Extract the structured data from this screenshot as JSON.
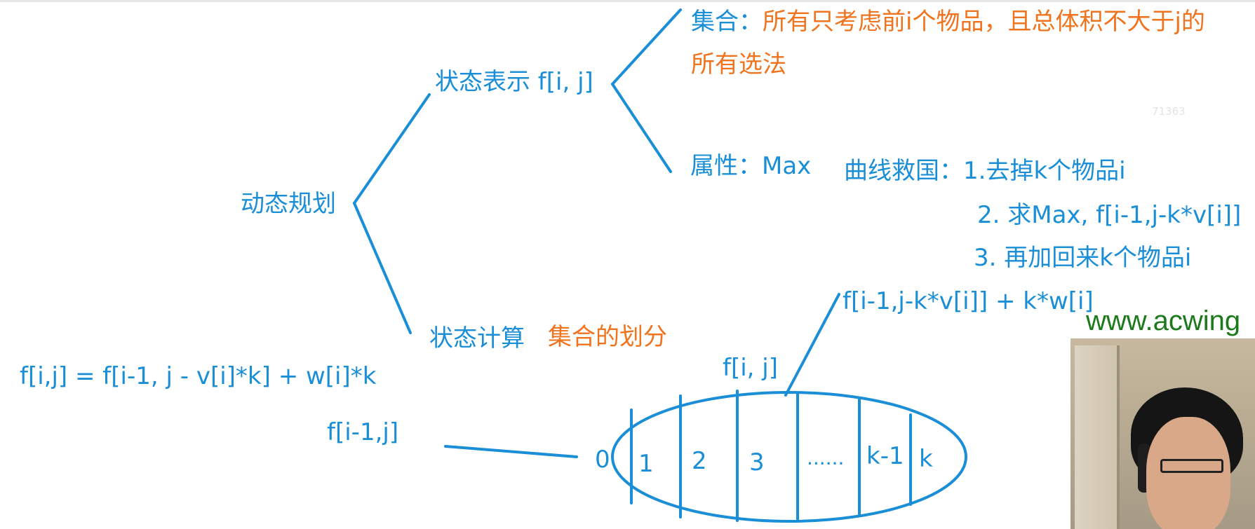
{
  "labels": {
    "root": "动态规划",
    "state_repr": "状态表示 f[i, j]",
    "set_prefix": "集合：",
    "set_desc_line1": "所有只考虑前i个物品，且总体积不大于j的",
    "set_desc_line2": "所有选法",
    "property": "属性：Max",
    "detour_prefix": "曲线救国：",
    "step1": "1.去掉k个物品i",
    "step2": "2. 求Max, f[i-1,j-k*v[i]]",
    "step3": "3. 再加回来k个物品i",
    "k_formula": "f[i-1,j-k*v[i]] + k*w[i]",
    "state_compute": "状态计算",
    "partition": "集合的划分",
    "formula": "f[i,j] = f[i-1, j - v[i]*k] + w[i]*k",
    "f_ij": "f[i, j]",
    "f_prev": "f[i-1,j]",
    "cells": [
      "0",
      "1",
      "2",
      "3",
      "......",
      "k-1",
      "k"
    ],
    "watermark": "71363",
    "brand": "www.acwing"
  },
  "colors": {
    "blue": "#1a8ed6",
    "orange": "#f0731e",
    "brand_green": "#1c7a1c"
  }
}
